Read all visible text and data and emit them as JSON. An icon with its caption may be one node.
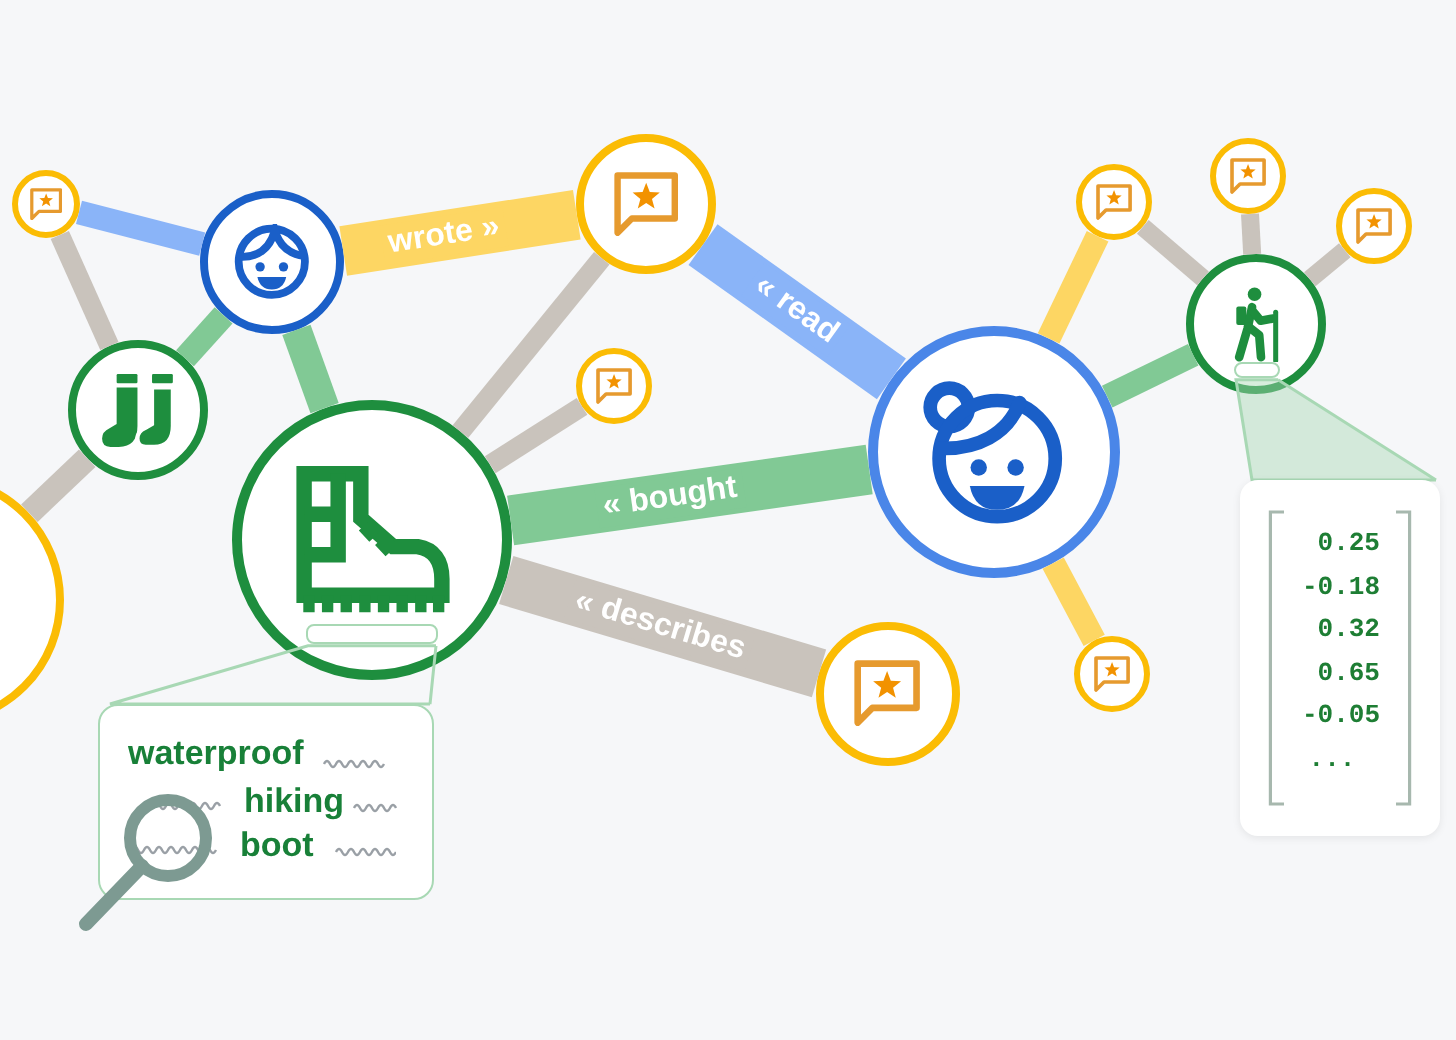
{
  "diagram": {
    "nodes": [
      {
        "text": [],
        "shape": "circle"
      },
      {
        "text": [],
        "shape": "circle"
      },
      {
        "text": [],
        "shape": "circle"
      },
      {
        "text": [],
        "shape": "circle"
      },
      {
        "text": [],
        "shape": "circle"
      },
      {
        "text": [],
        "shape": "circle"
      },
      {
        "text": [],
        "shape": "box",
        "in": 5
      },
      {
        "text": [],
        "shape": "circle"
      },
      {
        "text": [],
        "shape": "circle"
      },
      {
        "text": [],
        "shape": "circle"
      },
      {
        "text": [],
        "shape": "circle"
      },
      {
        "text": [],
        "shape": "circle"
      },
      {
        "text": [],
        "shape": "circle"
      },
      {
        "text": [],
        "shape": "circle"
      },
      {
        "text": [],
        "shape": "box",
        "in": 13
      },
      {
        "text": [],
        "shape": "circle"
      },
      {
        "text": [
          "waterproof",
          "hiking",
          "boot"
        ]
      },
      {
        "text": [
          "0.25",
          "-0.18",
          "0.32",
          "0.65",
          "-0.05",
          "..."
        ]
      }
    ],
    "edges": [
      {
        "from": 0,
        "to": 1,
        "arrow": "none",
        "color": "#8ab4f8"
      },
      {
        "from": 0,
        "to": 3,
        "arrow": "none"
      },
      {
        "from": 1,
        "to": 2,
        "arrow": "none",
        "label": "wrote »",
        "style": "thick",
        "color": "#fdd663"
      },
      {
        "from": 1,
        "to": 3,
        "arrow": "none",
        "color": "#81c995"
      },
      {
        "from": 1,
        "to": 5,
        "arrow": "none",
        "color": "#81c995"
      },
      {
        "from": 2,
        "to": 7,
        "arrow": "none",
        "label": "« read",
        "style": "thick",
        "color": "#8ab4f8"
      },
      {
        "from": 2,
        "to": 5,
        "arrow": "none"
      },
      {
        "from": 4,
        "to": 5,
        "arrow": "none"
      },
      {
        "from": 3,
        "to": 8,
        "arrow": "none"
      },
      {
        "from": 5,
        "to": 7,
        "arrow": "none",
        "label": "« bought",
        "style": "thick",
        "color": "#81c995"
      },
      {
        "from": 5,
        "to": 9,
        "arrow": "none",
        "label": "« describes",
        "style": "thick"
      },
      {
        "from": 7,
        "to": 10,
        "arrow": "none",
        "color": "#fdd663"
      },
      {
        "from": 7,
        "to": 13,
        "arrow": "none",
        "color": "#81c995"
      },
      {
        "from": 7,
        "to": 15,
        "arrow": "none",
        "color": "#fdd663"
      },
      {
        "from": 13,
        "to": 10,
        "arrow": "none"
      },
      {
        "from": 13,
        "to": 11,
        "arrow": "none"
      },
      {
        "from": 13,
        "to": 12,
        "arrow": "none"
      },
      {
        "from": 16,
        "to": 6,
        "arrow": "none",
        "color": "#a8d8b4"
      },
      {
        "from": 17,
        "to": 14,
        "arrow": "none",
        "color": "#a8d8b4"
      }
    ]
  }
}
